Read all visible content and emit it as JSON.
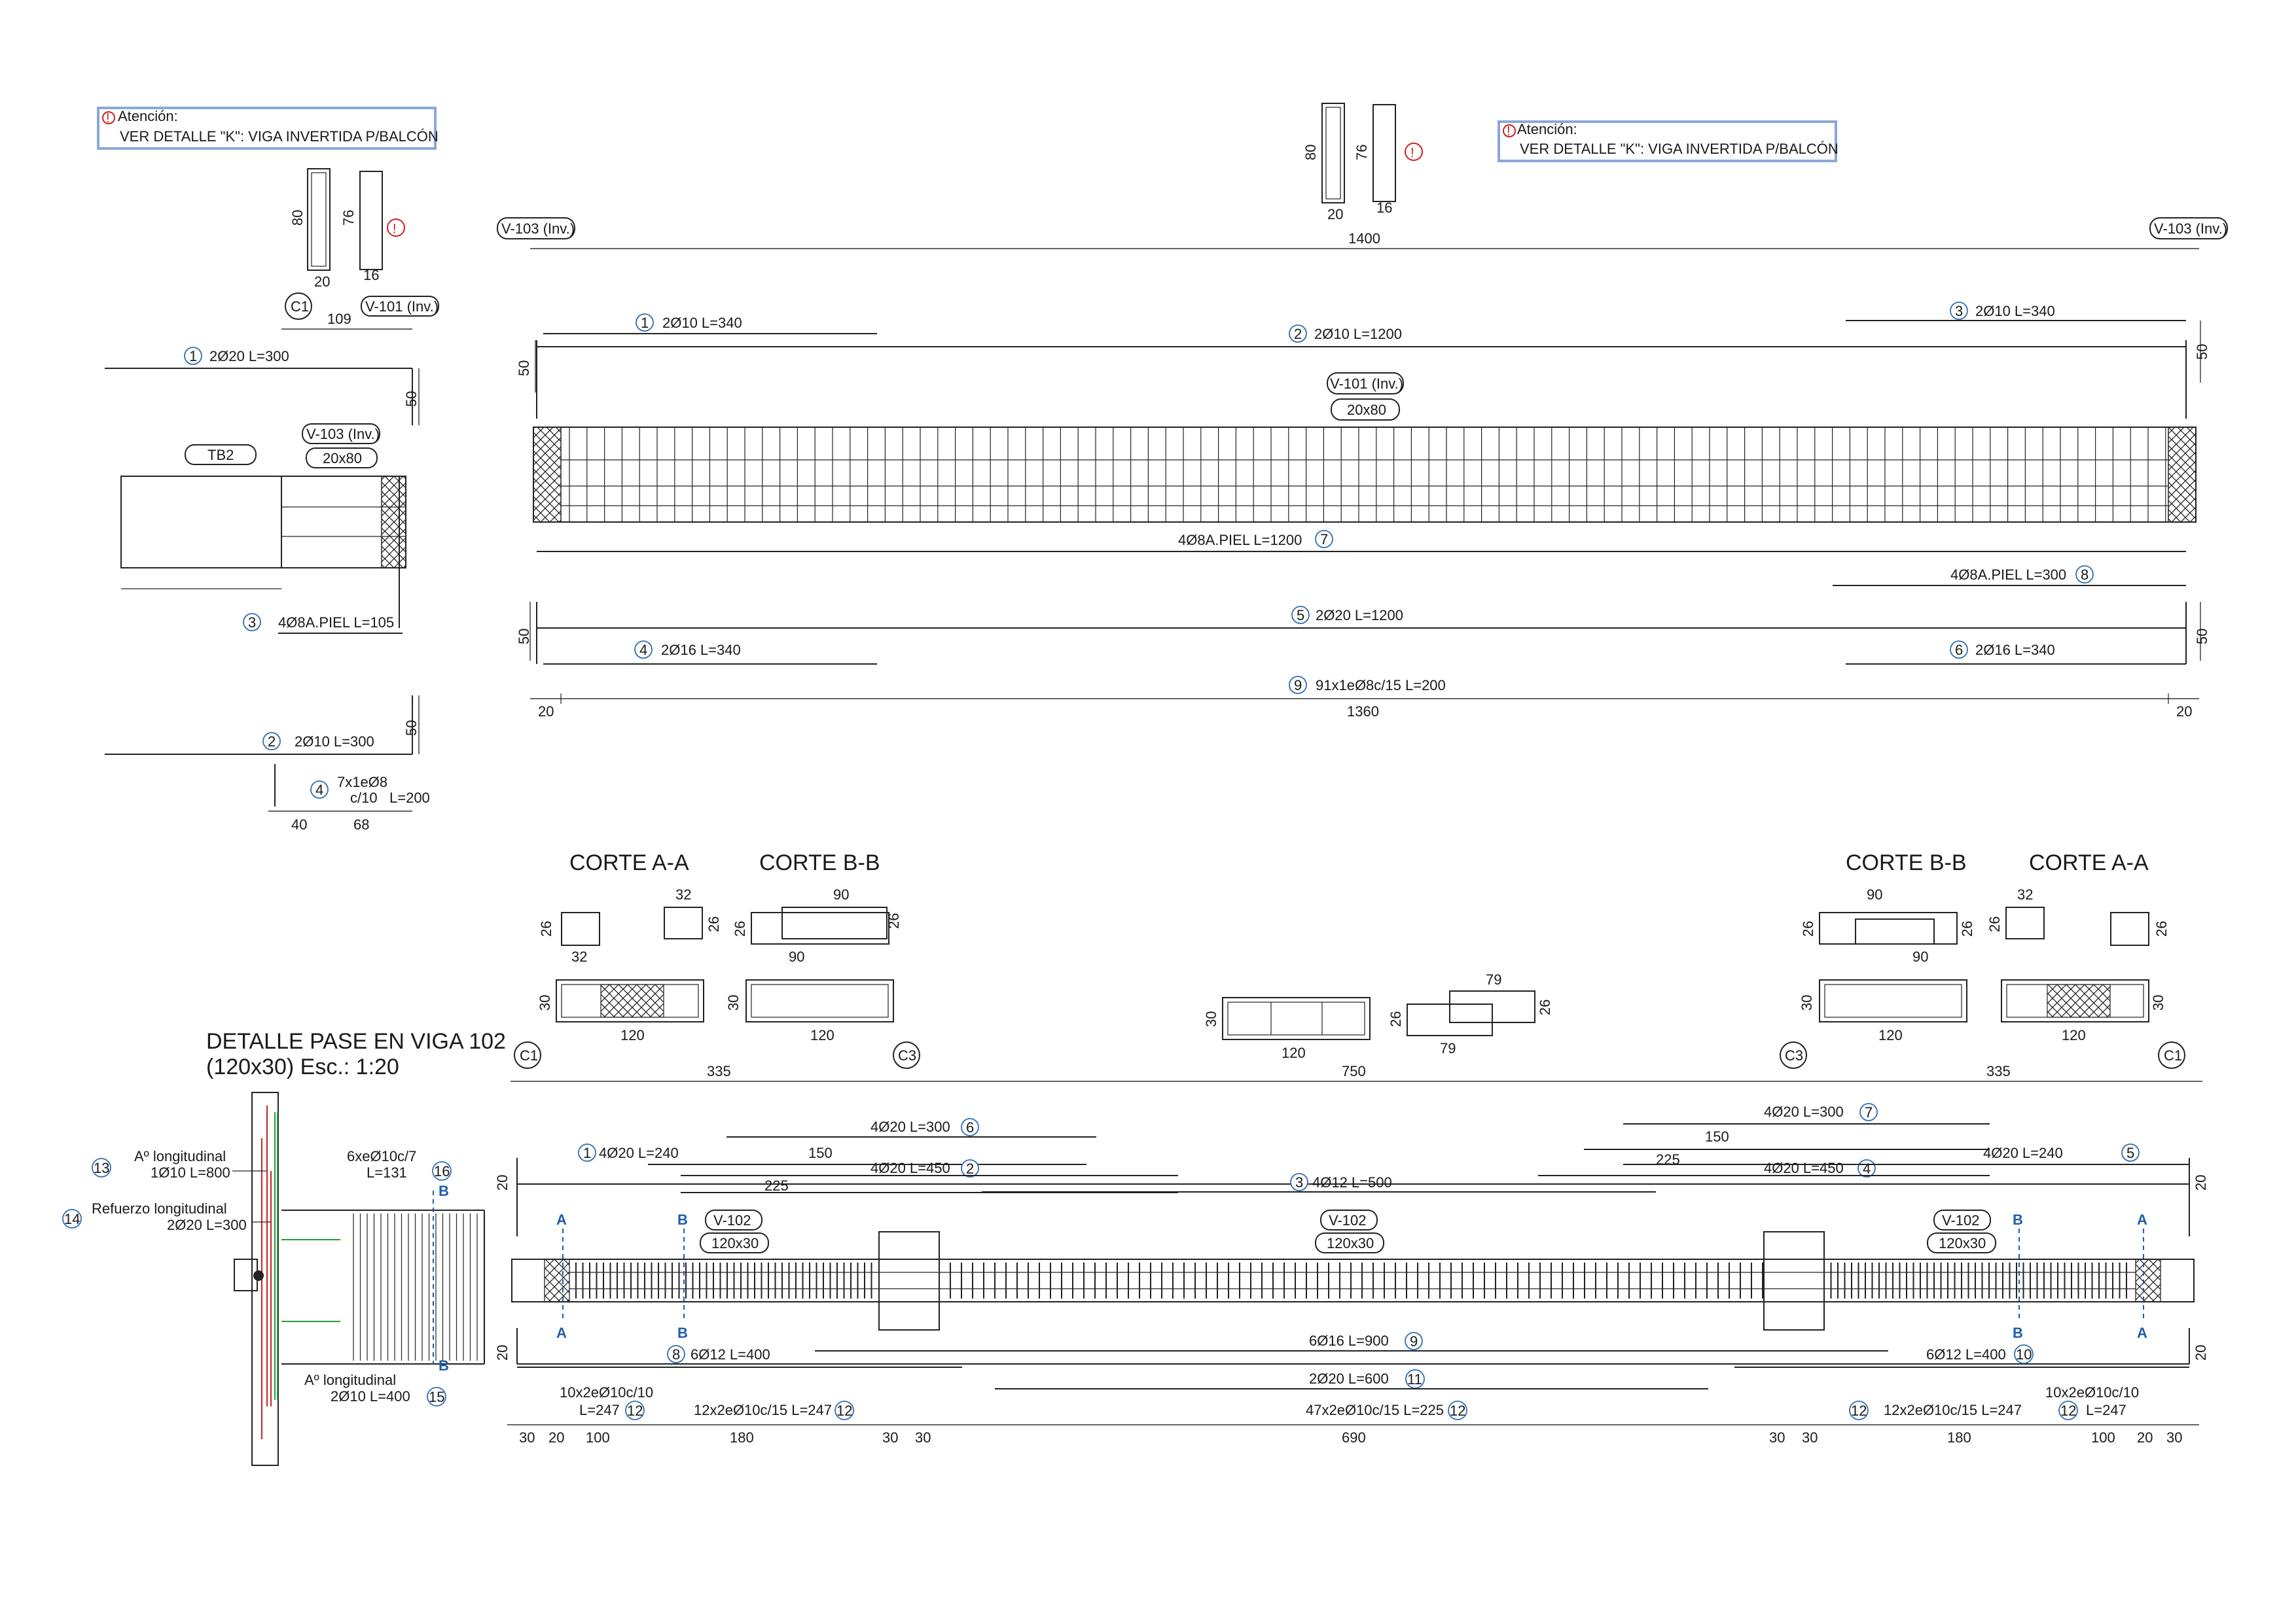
{
  "warning": {
    "title": "Atención:",
    "text": "VER DETALLE \"K\": VIGA INVERTIDA P/BALCÓN",
    "mark": "!"
  },
  "column_labels": {
    "c1": "C1",
    "c3": "C3"
  },
  "beam_refs": {
    "v103": "V-103 (Inv.)",
    "v101": "V-101 (Inv.)",
    "v101b": "V-101 (Inv.)",
    "tb2": "TB2",
    "v102": "V-102"
  },
  "sections": {
    "s20x80": "20x80",
    "s120x30": "120x30"
  },
  "left_detail": {
    "sec_h": "80",
    "sec_w": "20",
    "sec2_h": "76",
    "sec2_w": "16",
    "span": "109",
    "hook": "50",
    "bars": {
      "b1_n": "1",
      "b1": "2Ø20   L=300",
      "b2_n": "2",
      "b2": "2Ø10   L=300",
      "b3_n": "3",
      "b3": "4Ø8A.PIEL    L=105",
      "b4_n": "4",
      "b4a": "7x1eØ8",
      "b4b": "c/10",
      "b4c": "L=200"
    },
    "dims": {
      "d40": "40",
      "d68": "68"
    }
  },
  "v101_elev": {
    "sec_h": "80",
    "sec_w": "20",
    "sec2_h": "76",
    "sec2_w": "16",
    "span": "1400",
    "hook": "50",
    "bars": {
      "b1_n": "1",
      "b1": "2Ø10    L=340",
      "b2_n": "2",
      "b2": "2Ø10    L=1200",
      "b3_n": "3",
      "b3": "2Ø10    L=340",
      "b4_n": "4",
      "b4": "2Ø16    L=340",
      "b5_n": "5",
      "b5": "2Ø20    L=1200",
      "b6_n": "6",
      "b6": "2Ø16    L=340",
      "b7_n": "7",
      "b7": "4Ø8A.PIEL    L=1200",
      "b8_n": "8",
      "b8": "4Ø8A.PIEL    L=300",
      "b9_n": "9",
      "b9": "91x1eØ8c/15   L=200"
    },
    "dims": {
      "d20": "20",
      "d1360": "1360"
    }
  },
  "cortes": {
    "aa": "CORTE A-A",
    "bb": "CORTE B-B",
    "d32": "32",
    "d26": "26",
    "d90": "90",
    "d30": "30",
    "d120": "120",
    "d79": "79"
  },
  "detail_pase": {
    "title1": "DETALLE PASE EN VIGA 102",
    "title2": "(120x30) Esc.: 1:20",
    "n13": "13",
    "l13a": "Aº longitudinal",
    "l13b": "1Ø10 L=800",
    "n14": "14",
    "l14a": "Refuerzo longitudinal",
    "l14b": "2Ø20 L=300",
    "n15": "15",
    "l15a": "Aº longitudinal",
    "l15b": "2Ø10 L=400",
    "n16": "16",
    "l16a": "6xeØ10c/7",
    "l16b": "L=131",
    "cut": "B"
  },
  "v102_elev": {
    "dims_top": {
      "d335": "335",
      "d750": "750"
    },
    "hook": "20",
    "cut_a": "A",
    "cut_b": "B",
    "bars": {
      "b1_n": "1",
      "b1": "4Ø20   L=240",
      "b2_n": "2",
      "b2": "4Ø20   L=450",
      "b3_n": "3",
      "b3": "4Ø12   L=500",
      "b4_n": "4",
      "b4": "4Ø20   L=450",
      "b5_n": "5",
      "b5": "4Ø20   L=240",
      "b6_n": "6",
      "b6": "4Ø20   L=300",
      "b7_n": "7",
      "b7": "4Ø20   L=300",
      "b8_n": "8",
      "b8": "6Ø12    L=400",
      "b9_n": "9",
      "b9": "6Ø16    L=900",
      "b10_n": "10",
      "b10": "6Ø12    L=400",
      "b11_n": "11",
      "b11": "2Ø20    L=600",
      "b12_n": "12",
      "s1a": "10x2eØ10c/10",
      "s1b": "L=247",
      "s2": "12x2eØ10c/15  L=247",
      "s3": "47x2eØ10c/15   L=225",
      "s4": "12x2eØ10c/15   L=247",
      "s5a": "10x2eØ10c/10",
      "s5b": "L=247"
    },
    "lap": {
      "l150": "150",
      "l225": "225"
    },
    "dims_bottom": {
      "d30": "30",
      "d20": "20",
      "d100": "100",
      "d180": "180",
      "d690": "690"
    }
  }
}
